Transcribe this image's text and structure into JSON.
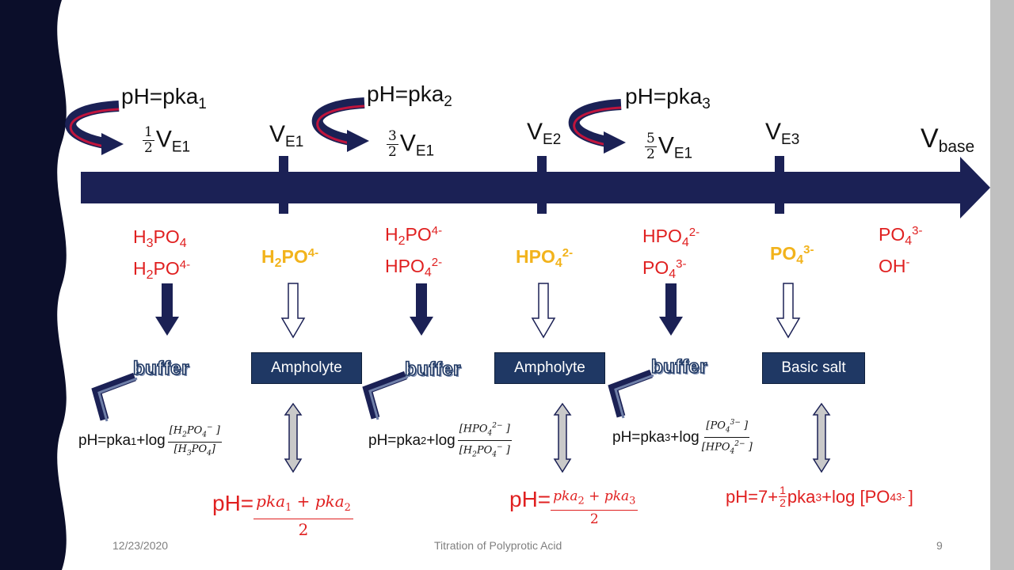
{
  "ph_labels": [
    {
      "prefix": "pH=pka",
      "sub": "1"
    },
    {
      "prefix": "pH=pka",
      "sub": "2"
    },
    {
      "prefix": "pH=pka",
      "sub": "3"
    }
  ],
  "volume_labels": {
    "half1": {
      "num": "1",
      "den": "2",
      "text": "V",
      "sub": "E1"
    },
    "ve1": {
      "text": "V",
      "sub": "E1"
    },
    "half3": {
      "num": "3",
      "den": "2",
      "text": "V",
      "sub": "E1"
    },
    "ve2": {
      "text": "V",
      "sub": "E2"
    },
    "half5": {
      "num": "5",
      "den": "2",
      "text": "V",
      "sub": "E1"
    },
    "ve3": {
      "text": "V",
      "sub": "E3"
    },
    "vbase": {
      "text": "V",
      "sub": "base"
    }
  },
  "species": {
    "s1_line1": "H3PO4",
    "s1_line2": "H2PO4-",
    "s2": "H2PO4-",
    "s3_line1": "H2PO4-",
    "s3_line2": "HPO42-",
    "s4": "HPO42-",
    "s5_line1": "HPO42-",
    "s5_line2": "PO43-",
    "s6": "PO43-",
    "s7_line1": "PO43-",
    "s7_line2": "OH-"
  },
  "boxes": {
    "ampholyte1": "Ampholyte",
    "ampholyte2": "Ampholyte",
    "basic_salt": "Basic salt"
  },
  "buffer_label": "buffer",
  "equations": {
    "hh_prefix": "pH=pka",
    "hh_plus_log": "+log",
    "eq1_sub": "1",
    "eq2_sub": "2",
    "eq3_sub": "3",
    "ph_eq_prefix": "pH=",
    "ph3_prefix": "pH=7+",
    "ph3_pka": "pka",
    "ph3_log": "+log [PO",
    "ph3_close": "]"
  },
  "footer": {
    "date": "12/23/2020",
    "title": "Titration of Polyprotic Acid",
    "page": "9"
  },
  "colors": {
    "navy": "#1b2155",
    "red": "#e02020",
    "yellow": "#f2b31c",
    "box": "#1f3864"
  }
}
